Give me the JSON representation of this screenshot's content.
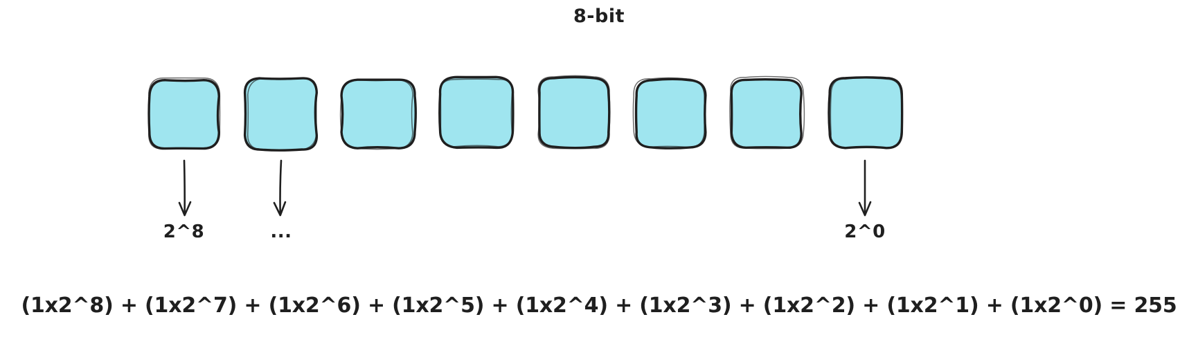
{
  "diagram": {
    "title": "8-bit",
    "bit_count": 8,
    "box_fill_color": "#9FE5EF",
    "box_stroke_color": "#1f1f1f",
    "background_color": "#ffffff",
    "text_color": "#1f1f1f",
    "boxes": [
      {
        "index": 0,
        "label": ""
      },
      {
        "index": 1,
        "label": ""
      },
      {
        "index": 2,
        "label": ""
      },
      {
        "index": 3,
        "label": ""
      },
      {
        "index": 4,
        "label": ""
      },
      {
        "index": 5,
        "label": ""
      },
      {
        "index": 6,
        "label": ""
      },
      {
        "index": 7,
        "label": ""
      }
    ],
    "annotations": [
      {
        "box_index": 0,
        "label": "2^8"
      },
      {
        "box_index": 1,
        "label": "..."
      },
      {
        "box_index": 7,
        "label": "2^0"
      }
    ],
    "equation": "(1x2^8) + (1x2^7) + (1x2^6) + (1x2^5) + (1x2^4) + (1x2^3) + (1x2^2) + (1x2^1) + (1x2^0)  = 255",
    "equation_terms": [
      "(1x2^8)",
      "(1x2^7)",
      "(1x2^6)",
      "(1x2^5)",
      "(1x2^4)",
      "(1x2^3)",
      "(1x2^2)",
      "(1x2^1)",
      "(1x2^0)"
    ],
    "equation_operator": "+",
    "equation_equals": "=",
    "equation_result": "255"
  }
}
